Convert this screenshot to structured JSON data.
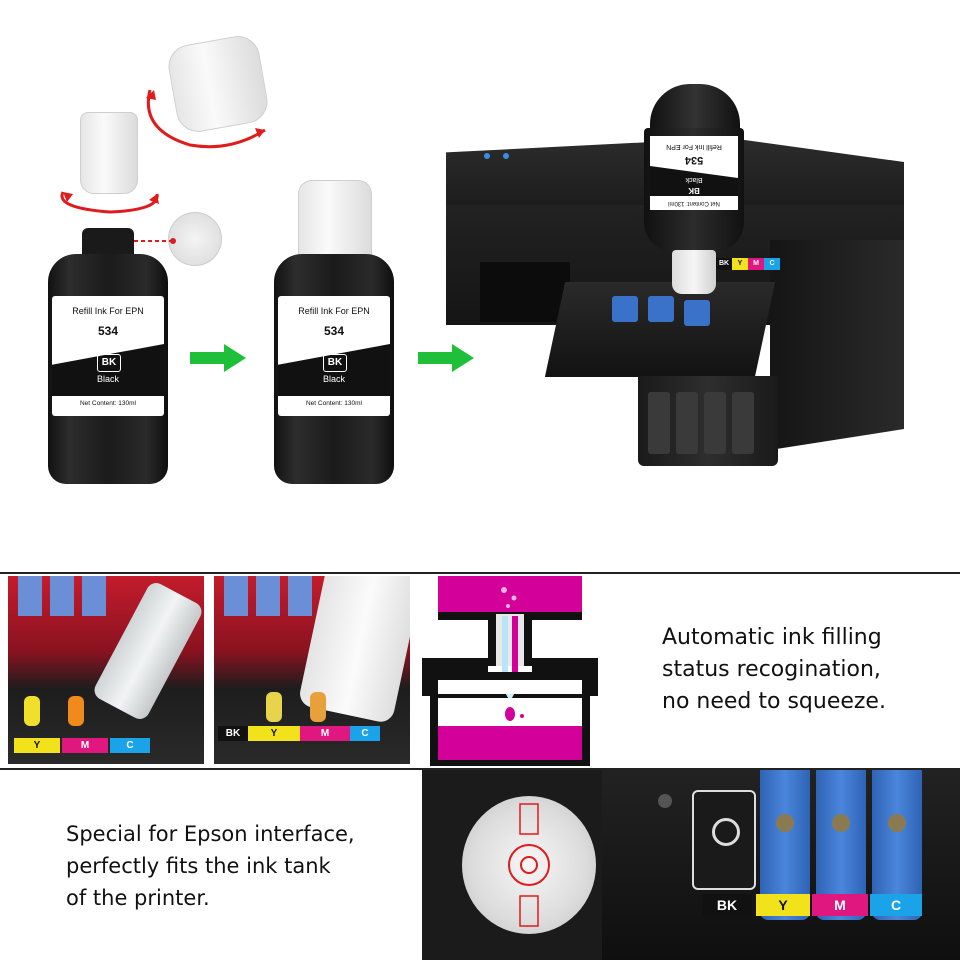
{
  "bottle": {
    "label_top": "Refill Ink For EPN",
    "model": "534",
    "color_code": "BK",
    "color_name": "Black",
    "net_content": "Net Content: 130ml"
  },
  "printer_bottle": {
    "label_top": "Refill Ink For EPN",
    "model": "534",
    "color_code": "BK",
    "color_name": "Black",
    "net_content": "Net Content: 130ml"
  },
  "tank_labels": [
    "BK",
    "Y",
    "M",
    "C"
  ],
  "chip_colors": {
    "BK": "#111111",
    "Y": "#f2e21b",
    "M": "#e0177f",
    "C": "#1aa3e8"
  },
  "captions": {
    "auto_fill": "Automatic ink filling\nstatus recogination,\nno need to squeeze.",
    "interface": "Special for Epson interface,\nperfectly fits the ink tank\nof the printer."
  },
  "colors": {
    "arrow": "#1fbf3a",
    "rotation": "#e01b1b",
    "magenta": "#d4009a"
  }
}
